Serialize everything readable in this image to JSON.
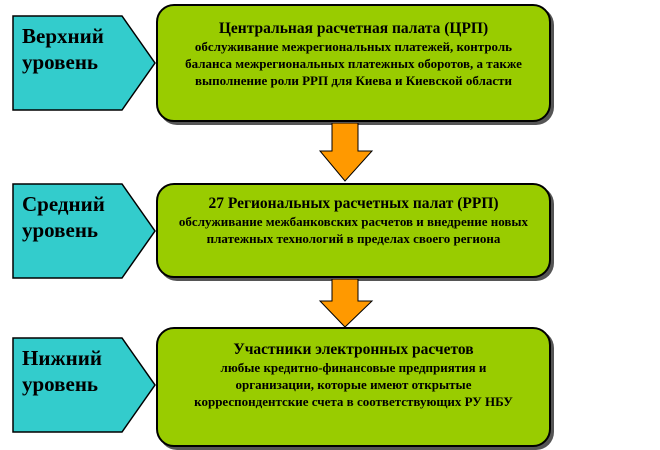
{
  "levels": [
    {
      "label_line1": "Верхний",
      "label_line2": "уровень",
      "title": "Центральная расчетная палата (ЦРП)",
      "description": "обслуживание межрегиональных платежей, контроль баланса межрегиональных платежных оборотов, а также выполнение роли РРП для Киева и Киевской области"
    },
    {
      "label_line1": "Средний",
      "label_line2": "уровень",
      "title": "27 Региональных расчетных палат (РРП)",
      "description": "обслуживание межбанковских расчетов и внедрение новых платежных технологий в пределах своего региона"
    },
    {
      "label_line1": "Нижний",
      "label_line2": "уровень",
      "title": "Участники электронных расчетов",
      "description": "любые кредитно-финансовые предприятия и организации, которые имеют открытые корреспондентские счета в соответствующих РУ НБУ"
    }
  ],
  "colors": {
    "level": "#33cccc",
    "box": "#99cc00",
    "arrow": "#ff9900"
  }
}
